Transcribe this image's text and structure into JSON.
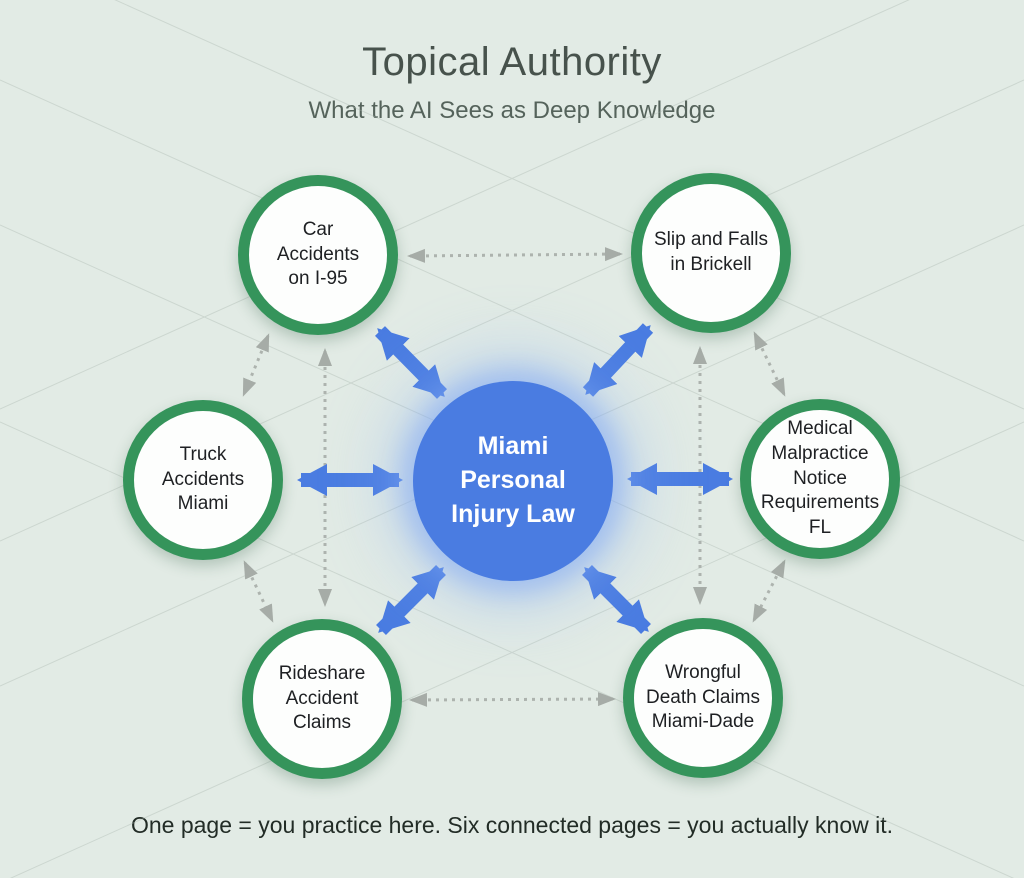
{
  "title": "Topical Authority",
  "subtitle": "What the AI Sees as Deep Knowledge",
  "footer": "One page = you practice here. Six connected pages = you actually know it.",
  "hub": {
    "label": "Miami Personal Injury Law"
  },
  "nodes": [
    {
      "id": "car-accidents-i95",
      "label": "Car Accidents on I-95"
    },
    {
      "id": "slip-and-falls-brickell",
      "label": "Slip and Falls in Brickell"
    },
    {
      "id": "truck-accidents-miami",
      "label": "Truck Accidents Miami"
    },
    {
      "id": "medical-malpractice-fl",
      "label": "Medical Malpractice Notice Requirements FL"
    },
    {
      "id": "rideshare-claims",
      "label": "Rideshare Accident Claims"
    },
    {
      "id": "wrongful-death-miami-dade",
      "label": "Wrongful Death Claims Miami-Dade"
    }
  ],
  "links": {
    "hub_to_each_node": "blue-double-arrow",
    "node_to_node": "gray-dashed-double-arrow"
  },
  "colors": {
    "background": "#e2ebe5",
    "hub_blue": "#4a7ce1",
    "hub_glow": "#9cbdf2",
    "ring_green": "#35945b",
    "node_fill": "#fdfefd",
    "arrow_blue": "#4a7ce1",
    "arrow_gray": "#a6aca7",
    "mesh_line": "#a9b6ae",
    "title_text": "#47524c",
    "node_text": "#1e2023",
    "footer_text": "#222c26"
  }
}
